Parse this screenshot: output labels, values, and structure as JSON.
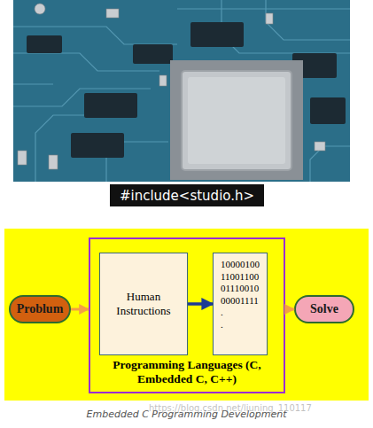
{
  "diagram": {
    "caption": "Embedded C Programming Development",
    "nodes": [
      {
        "text": [
          "#include<studio.h>"
        ]
      },
      {
        "text": [
          "Problum"
        ]
      },
      {
        "text": [
          "Programming Languages (C, Embedded C, C++)"
        ]
      },
      {
        "text": [
          "Human Instructions"
        ],
        "in": 2
      },
      {
        "text": [
          "10000100 11001100 01110010 00001111 . ."
        ],
        "in": 2
      },
      {
        "text": [
          "Solve"
        ]
      }
    ],
    "edges": [
      {
        "from": 1,
        "to": 2,
        "arrow": "to"
      },
      {
        "from": 3,
        "to": 4,
        "arrow": "to"
      },
      {
        "from": 2,
        "to": 5,
        "arrow": "to"
      }
    ],
    "labels": [
      "https://blog.csdn.net/liuning_110117"
    ]
  }
}
